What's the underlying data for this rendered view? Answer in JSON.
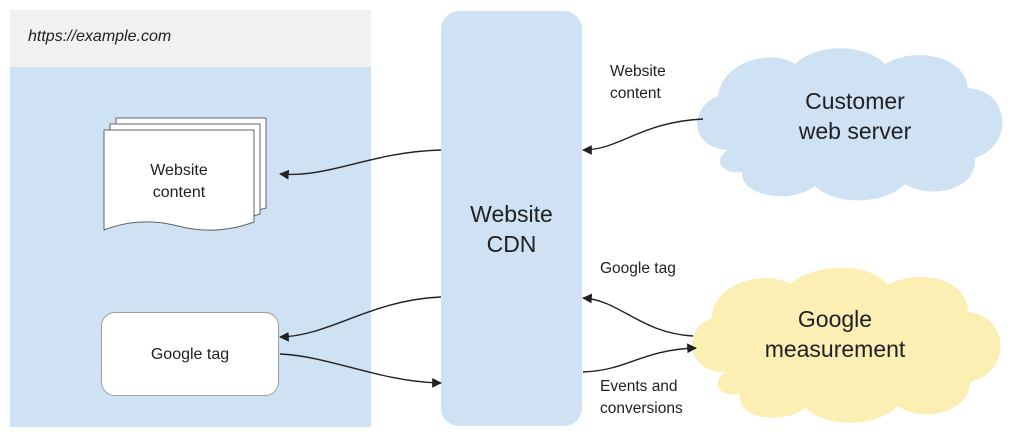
{
  "browser": {
    "url": "https://example.com"
  },
  "cdn": {
    "line1": "Website",
    "line2": "CDN"
  },
  "document": {
    "line1": "Website",
    "line2": "content"
  },
  "google_tag_box": {
    "label": "Google tag"
  },
  "customer_server": {
    "line1": "Customer",
    "line2": "web server",
    "color": "#cfe2f3"
  },
  "google_measurement": {
    "line1": "Google",
    "line2": "measurement",
    "color": "#fcefb4"
  },
  "arrow_labels": {
    "website_content": {
      "line1": "Website",
      "line2": "content"
    },
    "google_tag": "Google tag",
    "events": {
      "line1": "Events and",
      "line2": "conversions"
    }
  },
  "colors": {
    "panel_blue": "#cfe2f3",
    "url_bar": "#f1f1f1",
    "cloud_yellow": "#fcefb4"
  }
}
